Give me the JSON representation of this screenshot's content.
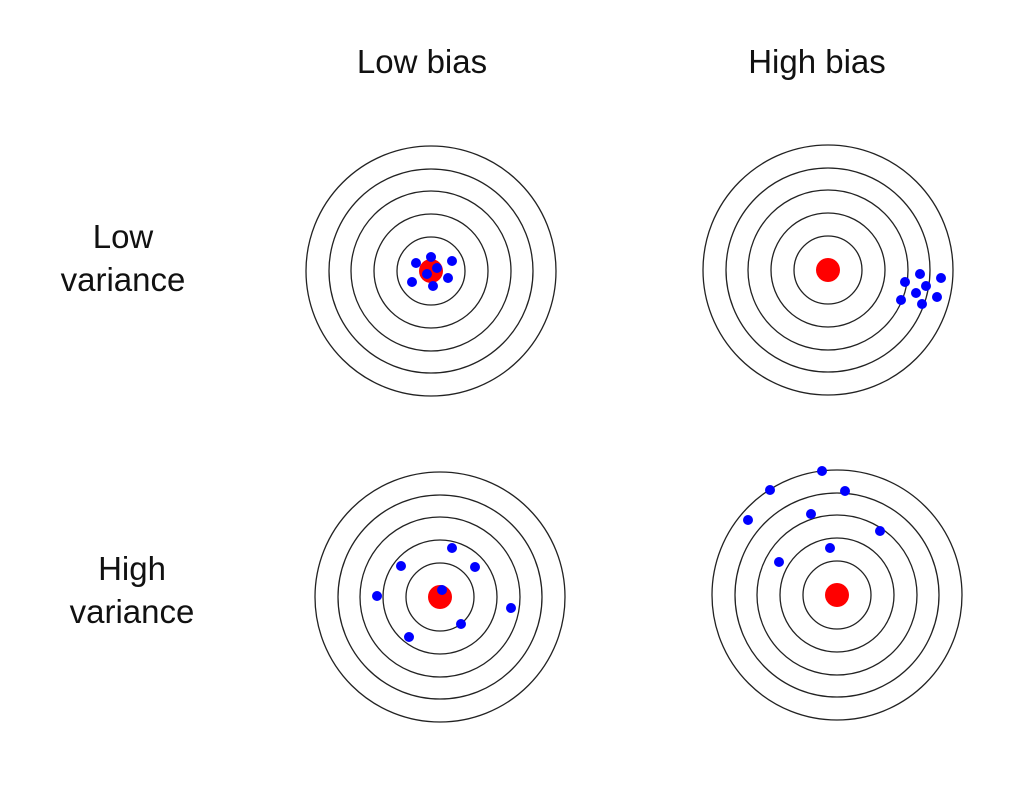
{
  "columns": [
    "Low bias",
    "High bias"
  ],
  "rows": [
    {
      "line1": "Low",
      "line2": "variance"
    },
    {
      "line1": "High",
      "line2": "variance"
    }
  ],
  "colors": {
    "ring": "#222222",
    "target": "#ff0000",
    "shot": "#0000ff"
  },
  "chart_data": {
    "type": "scatter",
    "rings": [
      1.4,
      2.3,
      3.2,
      4.1,
      5
    ],
    "targets": [
      {
        "name": "low-bias-low-variance",
        "shots": [
          [
            -0.6,
            -0.32
          ],
          [
            0,
            -0.56
          ],
          [
            0.84,
            -0.4
          ],
          [
            0.24,
            -0.12
          ],
          [
            -0.16,
            0.12
          ],
          [
            0.68,
            0.28
          ],
          [
            -0.76,
            0.44
          ],
          [
            0.08,
            0.6
          ]
        ]
      },
      {
        "name": "high-bias-low-variance",
        "shots": [
          [
            3.08,
            0.48
          ],
          [
            3.68,
            0.16
          ],
          [
            4.52,
            0.32
          ],
          [
            3.92,
            0.64
          ],
          [
            3.52,
            0.92
          ],
          [
            4.36,
            1.08
          ],
          [
            2.92,
            1.2
          ],
          [
            3.76,
            1.36
          ]
        ]
      },
      {
        "name": "low-bias-high-variance",
        "shots": [
          [
            0.48,
            -1.96
          ],
          [
            -1.56,
            -1.24
          ],
          [
            1.4,
            -1.2
          ],
          [
            -2.52,
            -0.04
          ],
          [
            0.08,
            -0.28
          ],
          [
            2.84,
            0.44
          ],
          [
            0.84,
            1.08
          ],
          [
            -1.24,
            1.6
          ]
        ]
      },
      {
        "name": "high-bias-high-variance",
        "shots": [
          [
            -0.6,
            -4.96
          ],
          [
            -2.68,
            -4.2
          ],
          [
            0.32,
            -4.16
          ],
          [
            -3.56,
            -3
          ],
          [
            -1.04,
            -3.24
          ],
          [
            1.72,
            -2.56
          ],
          [
            -0.28,
            -1.88
          ],
          [
            -2.32,
            -1.32
          ]
        ]
      }
    ]
  }
}
